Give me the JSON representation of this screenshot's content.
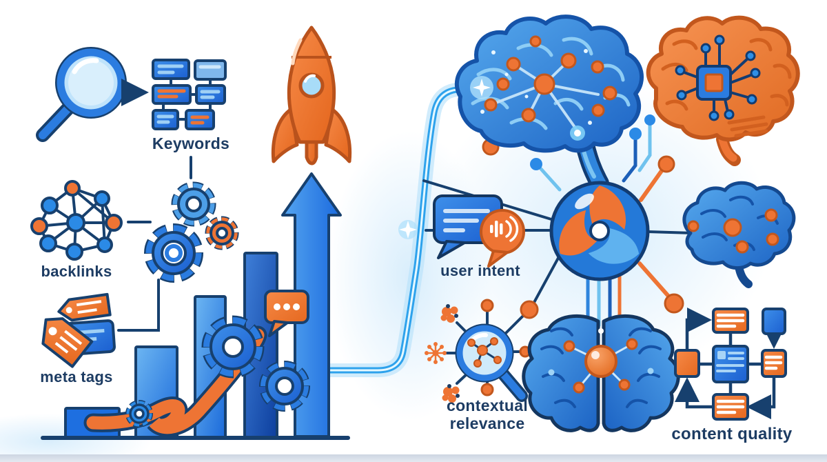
{
  "illustration": {
    "description": "Flat infographic contrasting classic SEO elements (left) with AI search concepts (right)",
    "labels": {
      "keywords": "Keywords",
      "backlinks": "backlinks",
      "meta_tags": "meta tags",
      "user_intent": "user intent",
      "contextual_relevance_line1": "contextual",
      "contextual_relevance_line2": "relevance",
      "content_quality": "content quality"
    },
    "theme_colors": {
      "primary_blue": "#2178e0",
      "light_blue": "#6ab4ef",
      "pale_blue": "#bfe3fb",
      "navy_outline_text": "#1d3c63",
      "orange": "#ee7434",
      "dark_orange": "#c2571d",
      "glow_blue": "#57c0f5",
      "background": "#ffffff",
      "bottom_strip": "#d2d9e4"
    },
    "icons": [
      "magnifier-icon",
      "flowchart-boxes-icon",
      "right-arrow-icon",
      "link-network-icon",
      "gears-icon",
      "price-tags-icon",
      "growth-bars-icon",
      "chat-dots-bubble-icon",
      "up-arrow-icon",
      "rocket-icon",
      "glow-pipe",
      "sparkle-icon",
      "neural-brain-icon",
      "chip-brain-icon",
      "side-brain-icon",
      "swirl-core-icon",
      "speech-bubble-icon",
      "voice-bubble-icon",
      "context-magnifier-icon",
      "front-brain-icon",
      "content-flowchart-icon"
    ]
  }
}
